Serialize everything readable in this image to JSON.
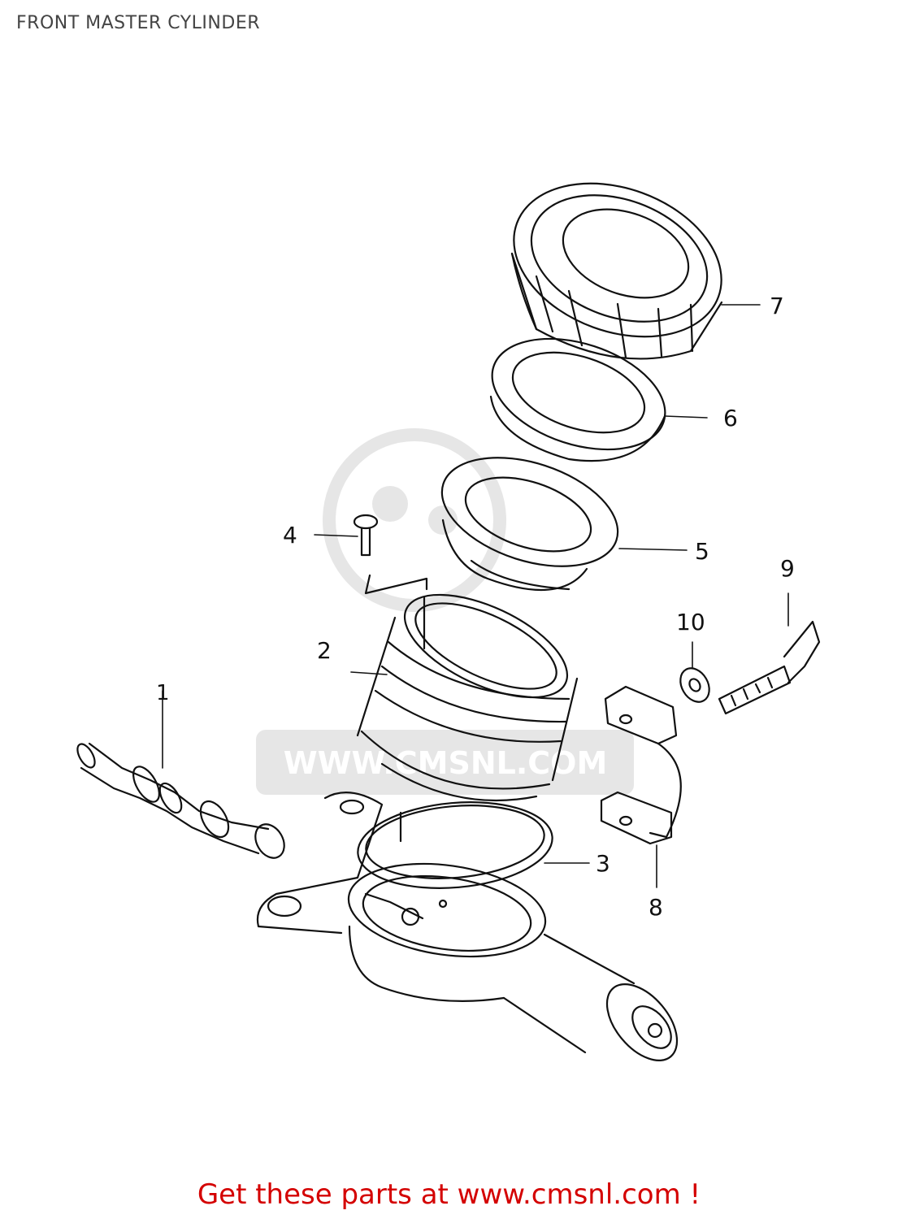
{
  "header": {
    "title": "FRONT MASTER CYLINDER"
  },
  "watermark": {
    "text": "WWW.CMSNL.COM"
  },
  "callouts": {
    "c1": "1",
    "c2": "2",
    "c3": "3",
    "c4": "4",
    "c5": "5",
    "c6": "6",
    "c7": "7",
    "c8": "8",
    "c9": "9",
    "c10": "10"
  },
  "footer": {
    "link_text": "Get these parts at www.cmsnl.com !"
  },
  "colors": {
    "line": "#111111",
    "watermark": "#e6e6e6",
    "footer": "#d40000"
  }
}
